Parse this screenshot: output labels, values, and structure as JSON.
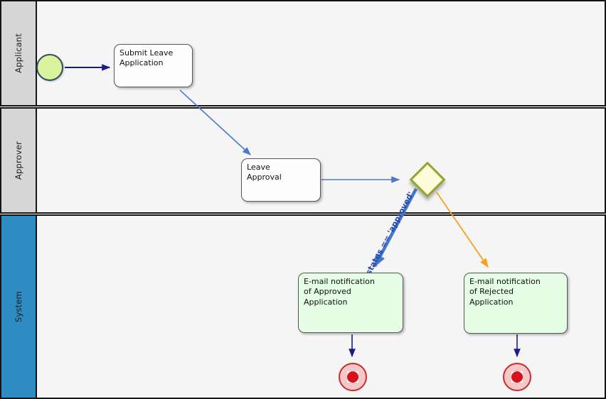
{
  "diagram": {
    "type": "bpmn-swimlane-flow",
    "lanes": [
      {
        "label": "Applicant",
        "header_color": "#d6d6d6"
      },
      {
        "label": "Approver",
        "header_color": "#d6d6d6"
      },
      {
        "label": "System",
        "header_color": "#2e8cc2"
      }
    ],
    "nodes": {
      "start_event": {
        "type": "start-event",
        "fill": "#d9f39d"
      },
      "submit": {
        "label": "Submit Leave\nApplication",
        "type": "task"
      },
      "approval": {
        "label": "Leave\nApproval",
        "type": "task"
      },
      "gateway": {
        "type": "exclusive-gateway",
        "fill": "#fdfcd8",
        "stroke": "#93a42e"
      },
      "approved": {
        "label": "E-mail notification\nof Approved\nApplication",
        "type": "task",
        "fill": "#e5fce5"
      },
      "rejected": {
        "label": "E-mail notification\nof Rejected\nApplication",
        "type": "task",
        "fill": "#e5fce5"
      },
      "end_event_approved": {
        "type": "end-event",
        "fill": "#f5c8c8",
        "stroke": "#c92a2e"
      },
      "end_event_rejected": {
        "type": "end-event",
        "fill": "#f5c8c8",
        "stroke": "#c92a2e"
      }
    },
    "edges": {
      "start_to_submit": {
        "from": "start_event",
        "to": "submit",
        "color": "#181b8d"
      },
      "submit_to_approval": {
        "from": "submit",
        "to": "approval",
        "color": "#4a7ac8"
      },
      "approval_to_gateway": {
        "from": "approval",
        "to": "gateway",
        "color": "#4a7ac8"
      },
      "gateway_to_approved": {
        "from": "gateway",
        "to": "approved",
        "color": "#4377c9",
        "label": "status == 'approved'"
      },
      "gateway_to_rejected": {
        "from": "gateway",
        "to": "rejected",
        "color": "#f5a11f"
      },
      "approved_to_end": {
        "from": "approved",
        "to": "end_event_approved",
        "color": "#181b8d"
      },
      "rejected_to_end": {
        "from": "rejected",
        "to": "end_event_rejected",
        "color": "#181b8d"
      }
    },
    "colors": {
      "lane_body": "#f5f5f5",
      "lane_border": "#141414",
      "navy_arrow": "#181b8d",
      "blue_arrow": "#4a7ac8",
      "orange_arrow": "#f5a11f",
      "condition_text": "#2647a8"
    }
  }
}
